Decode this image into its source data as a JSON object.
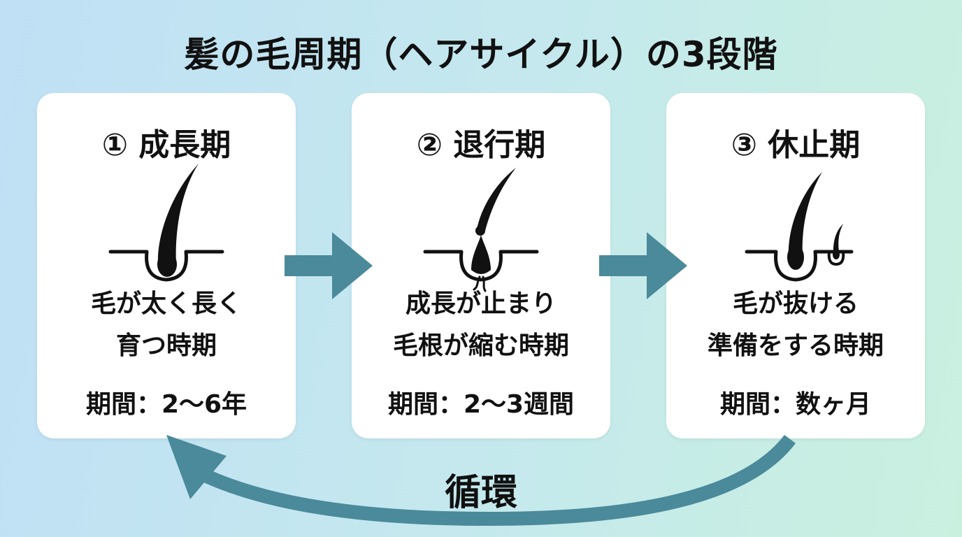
{
  "title": "髪の毛周期（ヘアサイクル）の3段階",
  "accent_color": "#4a8a9a",
  "stages": [
    {
      "title": "① 成長期",
      "desc": [
        "毛が太く長く",
        "育つ時期"
      ],
      "period": "期間：2〜6年",
      "icon": "growing-hair-icon"
    },
    {
      "title": "② 退行期",
      "desc": [
        "成長が止まり",
        "毛根が縮む時期"
      ],
      "period": "期間：2〜3週間",
      "icon": "regressing-hair-icon"
    },
    {
      "title": "③ 休止期",
      "desc": [
        "毛が抜ける",
        "準備をする時期"
      ],
      "period": "期間：数ヶ月",
      "icon": "resting-hair-icon"
    }
  ],
  "cycle_label": "循環"
}
